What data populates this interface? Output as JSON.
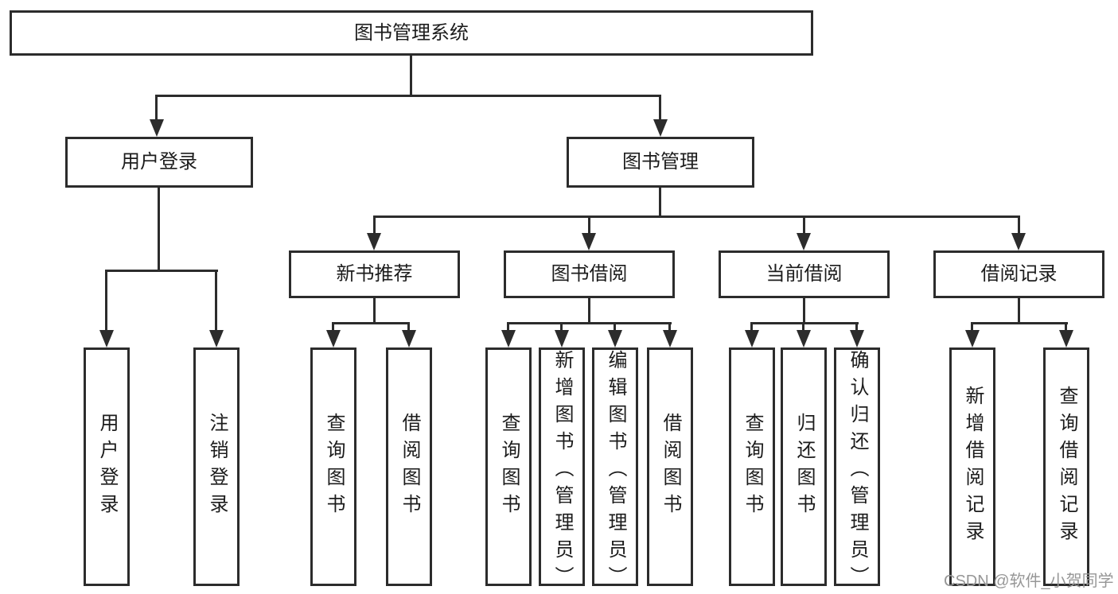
{
  "tree": {
    "label": "图书管理系统",
    "children": [
      {
        "label": "用户登录",
        "children": [
          {
            "label": "用户登录"
          },
          {
            "label": "注销登录"
          }
        ]
      },
      {
        "label": "图书管理",
        "children": [
          {
            "label": "新书推荐",
            "children": [
              {
                "label": "查询图书"
              },
              {
                "label": "借阅图书"
              }
            ]
          },
          {
            "label": "图书借阅",
            "children": [
              {
                "label": "查询图书"
              },
              {
                "label": "新增图书（管理员）"
              },
              {
                "label": "编辑图书（管理员）"
              },
              {
                "label": "借阅图书"
              }
            ]
          },
          {
            "label": "当前借阅",
            "children": [
              {
                "label": "查询图书"
              },
              {
                "label": "归还图书"
              },
              {
                "label": "确认归还（管理员）"
              }
            ]
          },
          {
            "label": "借阅记录",
            "children": [
              {
                "label": "新增借阅记录"
              },
              {
                "label": "查询借阅记录"
              }
            ]
          }
        ]
      }
    ]
  },
  "watermark": {
    "text": "CSDN @软件_小贺同学"
  },
  "colors": {
    "line": "#2c2c2c",
    "text": "#1c1c1c",
    "background": "#ffffff",
    "watermark": "#979797"
  }
}
